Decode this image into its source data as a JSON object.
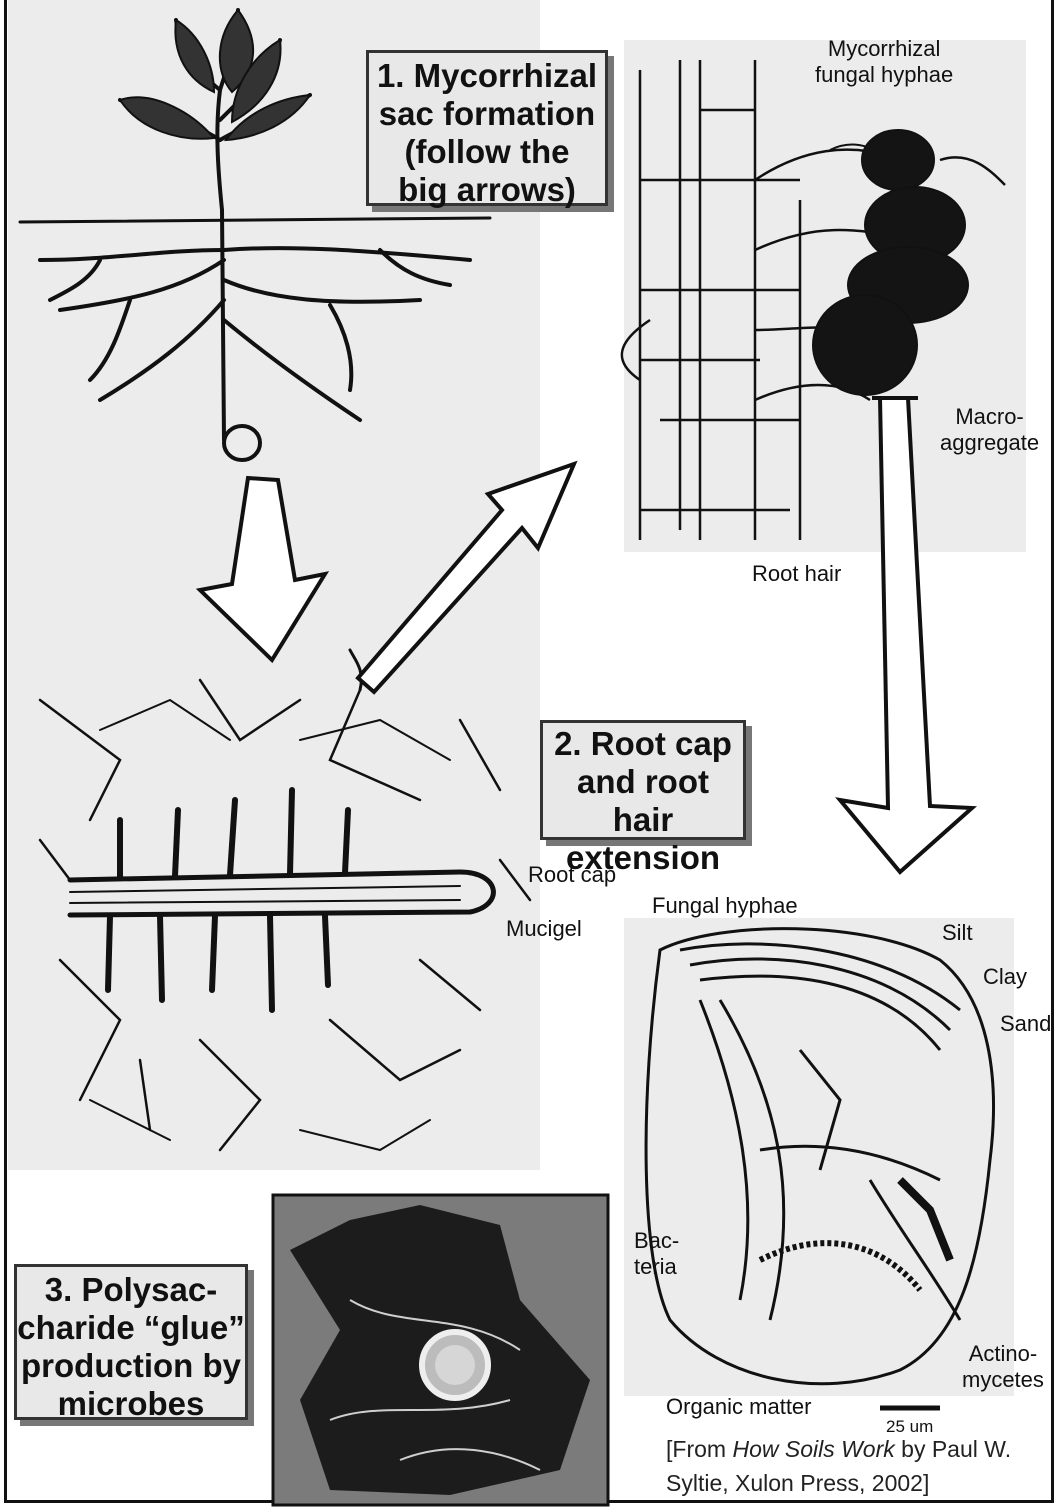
{
  "steps": {
    "step1": [
      "1. Mycorrhizal",
      "sac formation",
      "(follow the",
      "big arrows)"
    ],
    "step2": [
      "2. Root cap",
      "and root hair",
      "extension"
    ],
    "step3": [
      "3. Polysac-",
      "charide “glue”",
      "production by",
      "microbes"
    ]
  },
  "labels": {
    "mycorrhizal_hyphae": [
      "Mycorrhizal",
      "fungal hyphae"
    ],
    "macroaggregate": [
      "Macro-",
      "aggregate"
    ],
    "root_hair": "Root hair",
    "root_cap": "Root cap",
    "mucigel": "Mucigel",
    "fungal_hyphae": "Fungal hyphae",
    "silt": "Silt",
    "clay": "Clay",
    "sand": "Sand",
    "bacteria": [
      "Bac-",
      "teria"
    ],
    "actinomycetes": [
      "Actino-",
      "mycetes"
    ],
    "scale": "25 um",
    "organic_matter": "Organic matter"
  },
  "citation": {
    "prefix": "[From ",
    "title": "How Soils Work",
    "suffix_line1": " by Paul W.",
    "line2": "Syltie, Xulon Press, 2002]"
  }
}
